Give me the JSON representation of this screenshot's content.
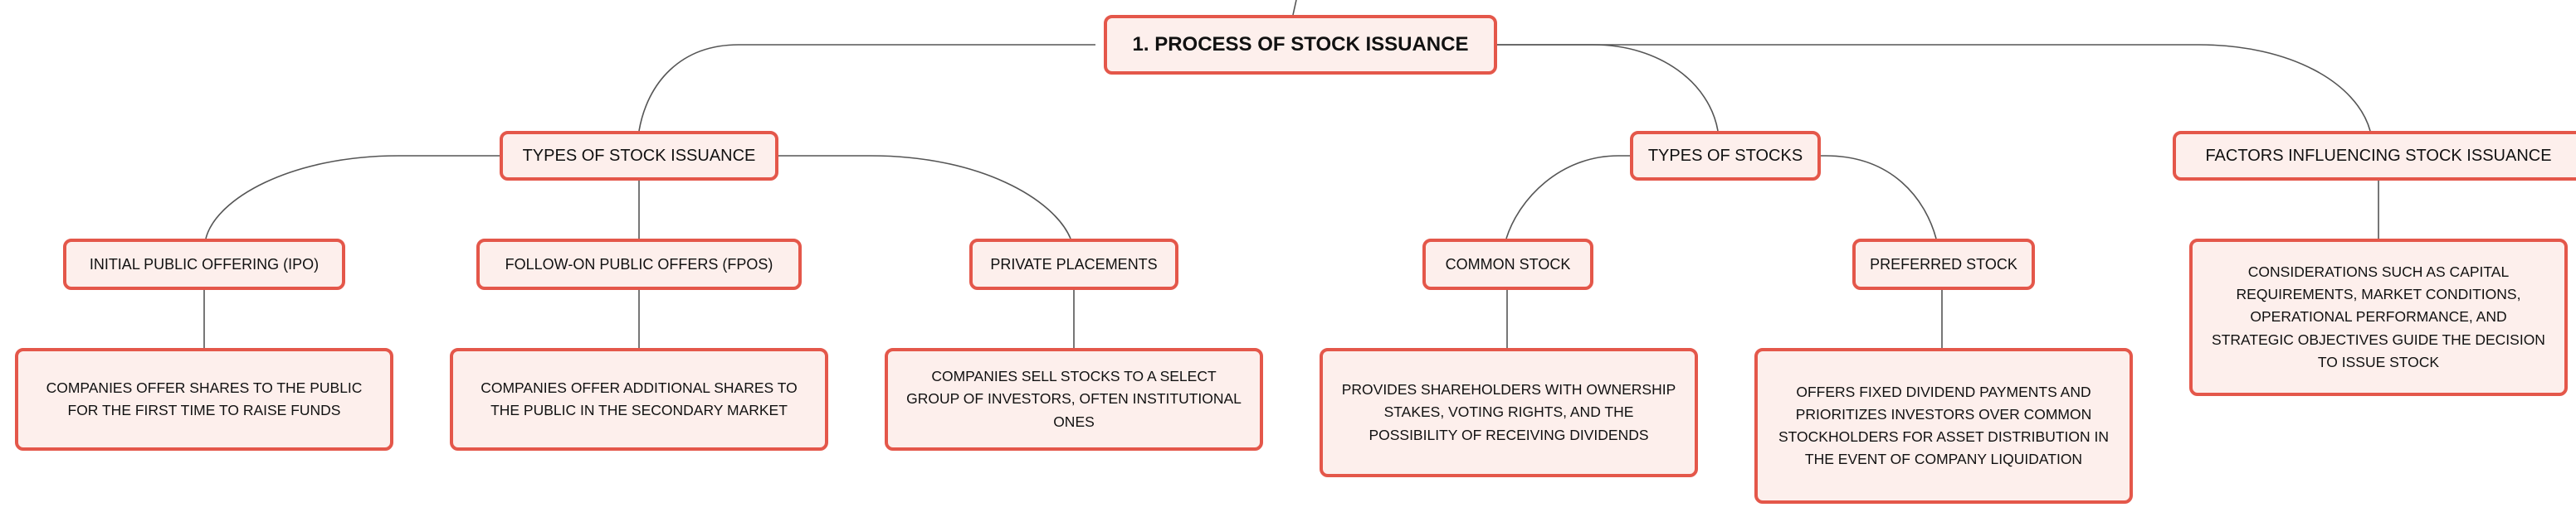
{
  "diagram": {
    "root": "1. PROCESS OF STOCK ISSUANCE",
    "level1": {
      "types_issuance": "TYPES OF STOCK ISSUANCE",
      "types_stocks": "TYPES OF STOCKS",
      "factors": "FACTORS INFLUENCING STOCK ISSUANCE"
    },
    "level2": {
      "ipo": "INITIAL PUBLIC OFFERING (IPO)",
      "fpo": "FOLLOW-ON PUBLIC OFFERS (FPOS)",
      "private": "PRIVATE PLACEMENTS",
      "common": "COMMON STOCK",
      "preferred": "PREFERRED STOCK"
    },
    "details": {
      "ipo": "COMPANIES OFFER SHARES TO THE PUBLIC FOR THE FIRST TIME TO RAISE FUNDS",
      "fpo": "COMPANIES OFFER ADDITIONAL SHARES TO THE PUBLIC IN THE SECONDARY MARKET",
      "private": "COMPANIES SELL STOCKS TO A SELECT GROUP OF INVESTORS, OFTEN INSTITUTIONAL ONES",
      "common": "PROVIDES SHAREHOLDERS WITH OWNERSHIP STAKES, VOTING RIGHTS, AND THE POSSIBILITY OF RECEIVING DIVIDENDS",
      "preferred": "OFFERS FIXED DIVIDEND PAYMENTS AND PRIORITIZES INVESTORS OVER COMMON STOCKHOLDERS FOR ASSET DISTRIBUTION IN THE EVENT OF COMPANY LIQUIDATION",
      "factors": "CONSIDERATIONS SUCH AS CAPITAL REQUIREMENTS, MARKET CONDITIONS, OPERATIONAL PERFORMANCE, AND STRATEGIC OBJECTIVES GUIDE THE DECISION TO ISSUE STOCK"
    }
  },
  "colors": {
    "node_fill": "#fdefec",
    "node_border": "#e4574a",
    "connector": "#555555"
  }
}
